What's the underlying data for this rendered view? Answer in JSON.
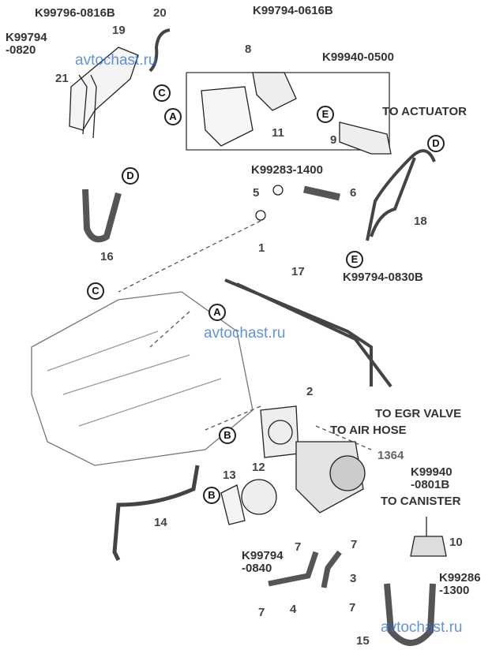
{
  "part_codes": {
    "k99796_0816b": "K99796-0816B",
    "k99794_0820_line1": "K99794",
    "k99794_0820_line2": "-0820",
    "k99794_0616b": "K99794-0616B",
    "k99940_0500": "K99940-0500",
    "k99283_1400": "K99283-1400",
    "k99794_0830b": "K99794-0830B",
    "k99940_0801b_line1": "K99940",
    "k99940_0801b_line2": "-0801B",
    "k99794_0840_line1": "K99794",
    "k99794_0840_line2": "-0840",
    "k99286_1300_line1": "K99286",
    "k99286_1300_line2": "-1300",
    "p1364": "1364"
  },
  "destinations": {
    "actuator": "TO ACTUATOR",
    "egr_valve": "TO EGR VALVE",
    "air_hose": "TO AIR HOSE",
    "canister": "TO CANISTER"
  },
  "part_numbers": [
    "1",
    "2",
    "3",
    "4",
    "5",
    "6",
    "7",
    "8",
    "9",
    "10",
    "11",
    "12",
    "13",
    "14",
    "15",
    "16",
    "17",
    "18",
    "19",
    "20",
    "21"
  ],
  "connectors": {
    "a": "A",
    "b": "B",
    "c": "C",
    "d": "D",
    "e": "E"
  },
  "watermark": "avtochast.ru"
}
